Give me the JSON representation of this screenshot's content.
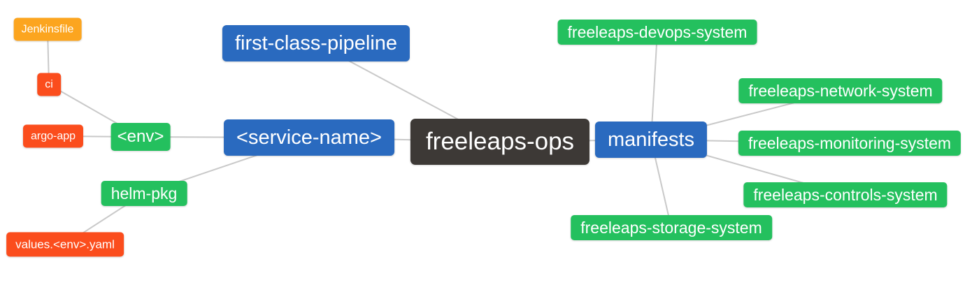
{
  "palette": {
    "dark": "#3d3936",
    "blue": "#2a6abf",
    "green": "#24c05e",
    "orange": "#fca51f",
    "red": "#fb4d1d",
    "line": "#c9c9c9",
    "text": "#ffffff",
    "background": "#ffffff"
  },
  "nodes": {
    "freeleaps_ops": {
      "label": "freeleaps-ops",
      "color": "dark"
    },
    "first_class_pipeline": {
      "label": "first-class-pipeline",
      "color": "blue"
    },
    "service_name": {
      "label": "<service-name>",
      "color": "blue"
    },
    "manifests": {
      "label": "manifests",
      "color": "blue"
    },
    "env": {
      "label": "<env>",
      "color": "green"
    },
    "helm_pkg": {
      "label": "helm-pkg",
      "color": "green"
    },
    "ci": {
      "label": "ci",
      "color": "red"
    },
    "argo_app": {
      "label": "argo-app",
      "color": "red"
    },
    "jenkinsfile": {
      "label": "Jenkinsfile",
      "color": "orange"
    },
    "values_env_yaml": {
      "label": "values.<env>.yaml",
      "color": "red"
    },
    "devops_system": {
      "label": "freeleaps-devops-system",
      "color": "green"
    },
    "network_system": {
      "label": "freeleaps-network-system",
      "color": "green"
    },
    "monitoring_system": {
      "label": "freeleaps-monitoring-system",
      "color": "green"
    },
    "controls_system": {
      "label": "freeleaps-controls-system",
      "color": "green"
    },
    "storage_system": {
      "label": "freeleaps-storage-system",
      "color": "green"
    }
  },
  "edges": [
    [
      "freeleaps_ops",
      "first_class_pipeline"
    ],
    [
      "freeleaps_ops",
      "service_name"
    ],
    [
      "freeleaps_ops",
      "manifests"
    ],
    [
      "service_name",
      "env"
    ],
    [
      "service_name",
      "helm_pkg"
    ],
    [
      "env",
      "ci"
    ],
    [
      "env",
      "argo_app"
    ],
    [
      "ci",
      "jenkinsfile"
    ],
    [
      "helm_pkg",
      "values_env_yaml"
    ],
    [
      "manifests",
      "devops_system"
    ],
    [
      "manifests",
      "network_system"
    ],
    [
      "manifests",
      "monitoring_system"
    ],
    [
      "manifests",
      "controls_system"
    ],
    [
      "manifests",
      "storage_system"
    ]
  ]
}
